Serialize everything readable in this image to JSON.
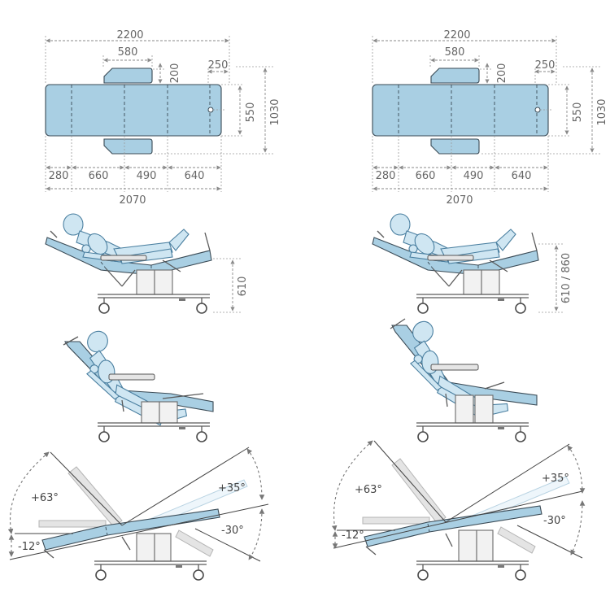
{
  "colors": {
    "upholstery": "#a9cfe3",
    "upholstery_outline": "#3a4a55",
    "figure_fill": "#cfe6f2",
    "figure_outline": "#4a7fa0",
    "dimension_line": "#8a8a8a",
    "dimension_text": "#666666"
  },
  "variants": [
    {
      "top_view": {
        "overall_length": "2200",
        "armrest_length": "580",
        "armrest_depth": "200",
        "headrest_offset": "250",
        "width": "550",
        "total_width": "1030",
        "section_1": "280",
        "section_2": "660",
        "section_3": "490",
        "section_4": "640",
        "pad_length": "2070"
      },
      "height_label": "610",
      "angles": {
        "back_up": "+63°",
        "back_down": "-12°",
        "leg_up": "+35°",
        "leg_down": "-30°"
      }
    },
    {
      "top_view": {
        "overall_length": "2200",
        "armrest_length": "580",
        "armrest_depth": "200",
        "headrest_offset": "250",
        "width": "550",
        "total_width": "1030",
        "section_1": "280",
        "section_2": "660",
        "section_3": "490",
        "section_4": "640",
        "pad_length": "2070"
      },
      "height_label": "610 / 860",
      "angles": {
        "back_up": "+63°",
        "back_down": "-12°",
        "leg_up": "+35°",
        "leg_down": "-30°"
      }
    }
  ]
}
